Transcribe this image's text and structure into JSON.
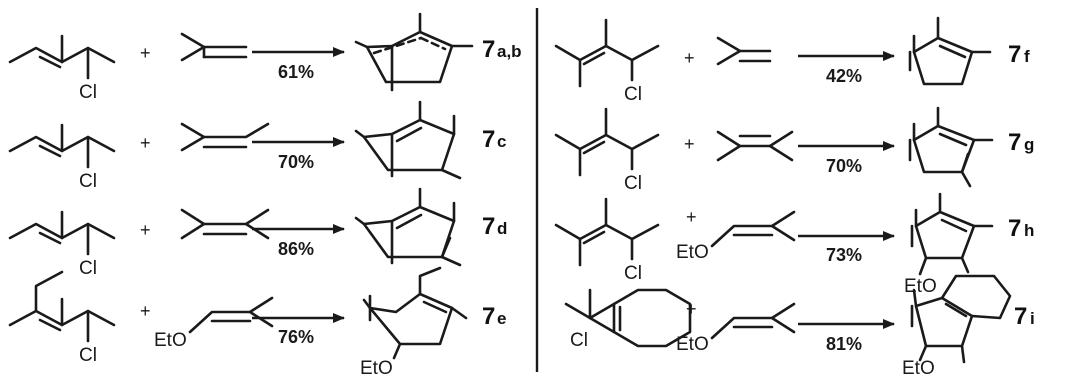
{
  "plus_sign": "+",
  "substituent": {
    "chloro": "Cl",
    "ethoxy": "EtO"
  },
  "reactions": [
    {
      "id": "7a,b",
      "compound_number": "7",
      "suffix": "a,b",
      "yield": "61%"
    },
    {
      "id": "7c",
      "compound_number": "7",
      "suffix": "c",
      "yield": "70%"
    },
    {
      "id": "7d",
      "compound_number": "7",
      "suffix": "d",
      "yield": "86%"
    },
    {
      "id": "7e",
      "compound_number": "7",
      "suffix": "e",
      "yield": "76%"
    },
    {
      "id": "7f",
      "compound_number": "7",
      "suffix": "f",
      "yield": "42%"
    },
    {
      "id": "7g",
      "compound_number": "7",
      "suffix": "g",
      "yield": "70%"
    },
    {
      "id": "7h",
      "compound_number": "7",
      "suffix": "h",
      "yield": "73%"
    },
    {
      "id": "7i",
      "compound_number": "7",
      "suffix": "i",
      "yield": "81%"
    }
  ]
}
